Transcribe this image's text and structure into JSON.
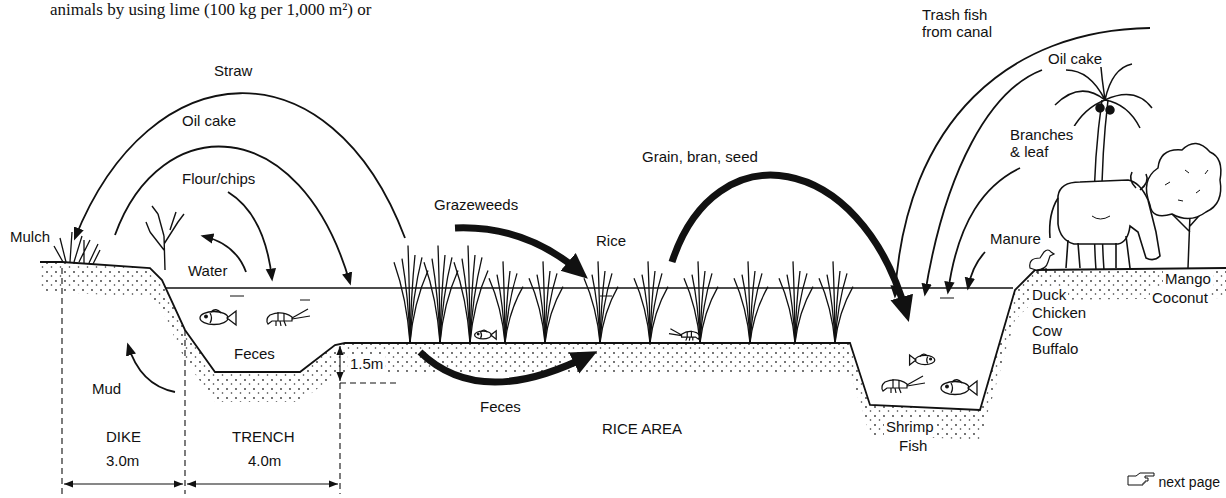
{
  "diagram": {
    "labels": [
      "animals by using lime (100 kg per 1,000 m²) or",
      "Straw",
      "Oil cake",
      "Flour/chips",
      "Mulch",
      "Water",
      "Mud",
      "Feces",
      "1.5m",
      "Grazeweeds",
      "Rice",
      "Grain, bran, seed",
      "Feces",
      "RICE AREA",
      "Trash fish from canal",
      "Oil cake",
      "Branches & leaf",
      "Manure",
      "Mango",
      "Coconut",
      "Duck",
      "Chicken",
      "Cow",
      "Buffalo",
      "Shrimp",
      "Fish",
      "DIKE",
      "3.0m",
      "TRENCH",
      "4.0m",
      "next page"
    ]
  }
}
